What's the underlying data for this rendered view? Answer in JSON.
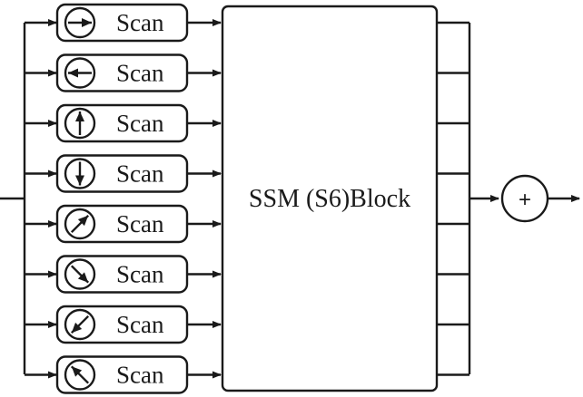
{
  "scan_modules": [
    {
      "label": "Scan",
      "direction": "right",
      "icon": "arrow-right-circle-icon"
    },
    {
      "label": "Scan",
      "direction": "left",
      "icon": "arrow-left-circle-icon"
    },
    {
      "label": "Scan",
      "direction": "up",
      "icon": "arrow-up-circle-icon"
    },
    {
      "label": "Scan",
      "direction": "down",
      "icon": "arrow-down-circle-icon"
    },
    {
      "label": "Scan",
      "direction": "up-right",
      "icon": "arrow-up-right-circle-icon"
    },
    {
      "label": "Scan",
      "direction": "down-right",
      "icon": "arrow-down-right-circle-icon"
    },
    {
      "label": "Scan",
      "direction": "down-left",
      "icon": "arrow-down-left-circle-icon"
    },
    {
      "label": "Scan",
      "direction": "up-left",
      "icon": "arrow-up-left-circle-icon"
    }
  ],
  "ssm_block": {
    "label": "SSM (S6)Block"
  },
  "merge_node": {
    "symbol": "+",
    "icon": "plus-circle-icon"
  },
  "colors": {
    "stroke": "#1a1a1a",
    "background": "#ffffff"
  }
}
